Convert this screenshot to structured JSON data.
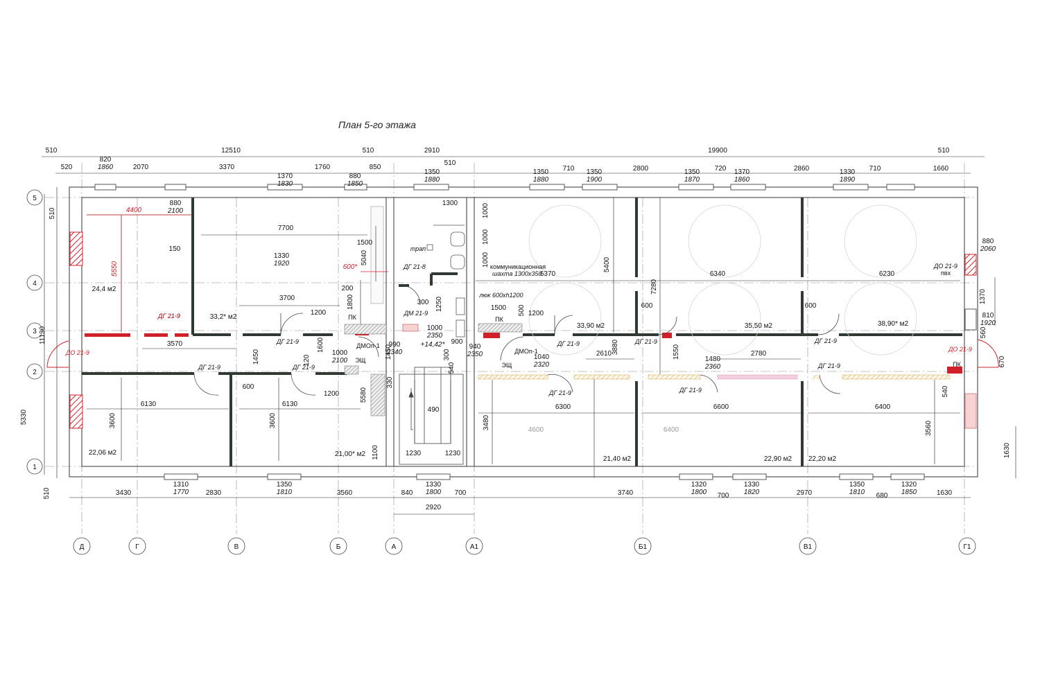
{
  "title": "План 5-го этажа",
  "axes": {
    "columns": [
      "Д",
      "Г",
      "В",
      "Б",
      "А",
      "А1",
      "Б1",
      "В1",
      "Г1"
    ],
    "rows": [
      "5",
      "4",
      "3",
      "2",
      "1"
    ]
  },
  "top_dims": {
    "outer": [
      "510",
      "12510",
      "510",
      "2910",
      "19900",
      "510"
    ],
    "second": [
      "520",
      "2070",
      "3370",
      "1760",
      "850",
      "510",
      "710",
      "2800",
      "720",
      "2860",
      "710",
      "1660"
    ],
    "windows": [
      [
        "820",
        "1860"
      ],
      [
        "880",
        "2100"
      ],
      [
        "1370",
        "1830"
      ],
      [
        "880",
        "1850"
      ],
      [
        "1350",
        "1880"
      ],
      [
        "1350",
        "1880"
      ],
      [
        "1350",
        "1900"
      ],
      [
        "1350",
        "1870"
      ],
      [
        "1370",
        "1860"
      ],
      [
        "1330",
        "1890"
      ]
    ]
  },
  "bottom_dims": {
    "row1": [
      "3430",
      "2830",
      "3560",
      "840",
      "700",
      "3740",
      "700",
      "2970",
      "680",
      "1630"
    ],
    "windows": [
      [
        "1310",
        "1770"
      ],
      [
        "1350",
        "1810"
      ],
      [
        "1330",
        "1800"
      ],
      [
        "1320",
        "1800"
      ],
      [
        "1330",
        "1820"
      ],
      [
        "1350",
        "1810"
      ],
      [
        "1320",
        "1850"
      ]
    ],
    "row2": [
      "2920"
    ]
  },
  "left_dims": [
    "510",
    "11130",
    "5330",
    "510"
  ],
  "right_dims": [
    "1370",
    "560",
    "670",
    "1630",
    "880",
    "2060",
    "810",
    "1920"
  ],
  "rooms": [
    {
      "area": "24,4 м2"
    },
    {
      "area": "33,2* м2"
    },
    {
      "area": "22,06 м2"
    },
    {
      "area": "21,00* м2"
    },
    {
      "area": "33,90 м2"
    },
    {
      "area": "35,50 м2"
    },
    {
      "area": "38,90* м2"
    },
    {
      "area": "21,40 м2"
    },
    {
      "area": "22,90 м2"
    },
    {
      "area": "22,20 м2"
    }
  ],
  "interior_dims": [
    "7700",
    "3700",
    "3570",
    "1500",
    "1300",
    "1000",
    "1000",
    "1000",
    "1250",
    "6370",
    "6340",
    "6230",
    "5400",
    "7280",
    "600",
    "600",
    "1500",
    "500",
    "1200",
    "1200",
    "1200",
    "1450",
    "1600",
    "120",
    "2610",
    "1550",
    "2780",
    "6130",
    "6130",
    "3600",
    "3600",
    "5580",
    "330",
    "1100",
    "1230",
    "1230",
    "490",
    "1450",
    "300",
    "540",
    "300",
    "6300",
    "6600",
    "6400",
    "3480",
    "3560",
    "540",
    "600",
    "150",
    "200",
    "5040",
    "1800"
  ],
  "red_dims": [
    "4400",
    "5550",
    "600*"
  ],
  "faint_dims": [
    "4600",
    "6400"
  ],
  "openings": [
    {
      "top": "1330",
      "bottom": "1920"
    },
    {
      "top": "1000",
      "bottom": "2100"
    },
    {
      "top": "1000",
      "bottom": "2350"
    },
    {
      "top": "990",
      "bottom": "2340"
    },
    {
      "top": "940",
      "bottom": "2350"
    },
    {
      "top": "1040",
      "bottom": "2320"
    },
    {
      "top": "1480",
      "bottom": "2360"
    }
  ],
  "labels": {
    "dg": "ДГ 21-9",
    "dg8": "ДГ 21-8",
    "dm": "ДМ 21-9",
    "do": "ДО 21-9",
    "dmop": "ДМОп-1",
    "pk": "ПК",
    "esh": "ЭЩ",
    "trap": "трап",
    "pvh": "пвх",
    "shaft1": "коммуникационная",
    "shaft2": "шахта 1300х350.",
    "hatch": "люк 600хh1200",
    "level": "+14,42*",
    "ninehundred": "900",
    "h3880": "3880"
  },
  "colors": {
    "wall": "#2f3a33",
    "red": "#d0202a",
    "hatch": "#c9a24a",
    "grid": "#8a8a8a"
  }
}
